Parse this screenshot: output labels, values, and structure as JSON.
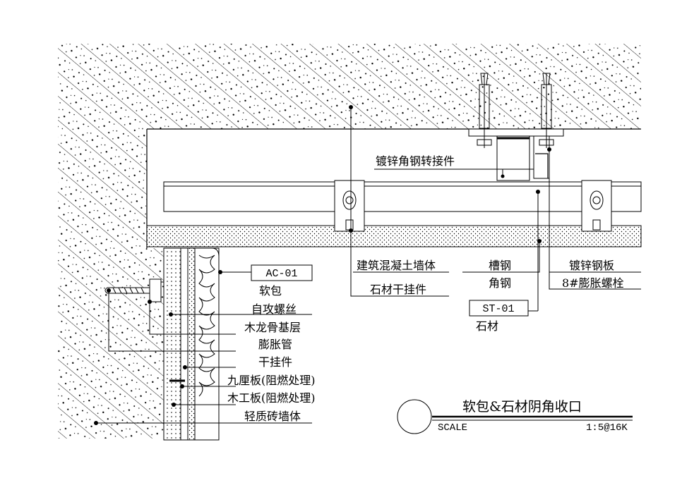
{
  "labels": {
    "angle_steel_connector": "镀锌角钢转接件",
    "concrete_wall": "建筑混凝土墙体",
    "stone_dry_hanging": "石材干挂件",
    "channel_steel": "槽钢",
    "angle_steel": "角钢",
    "galvanized_steel_plate": "镀锌钢板",
    "expansion_bolt_8": "8#膨胀螺栓",
    "soft_pack": "软包",
    "self_tapping_screw": "自攻螺丝",
    "wood_keel_base": "木龙骨基层",
    "expansion_tube": "膨胀管",
    "dry_hanger": "干挂件",
    "plywood_9": "九厘板(阻燃处理)",
    "blockboard": "木工板(阻燃处理)",
    "light_brick_wall": "轻质砖墙体",
    "stone": "石材"
  },
  "codes": {
    "ac": "AC-01",
    "st": "ST-01"
  },
  "title_block": {
    "title": "软包&石材阴角收口",
    "scale_label": "SCALE",
    "scale_value": "1:5@16K"
  },
  "colors": {
    "line": "#000000",
    "background": "#ffffff"
  }
}
